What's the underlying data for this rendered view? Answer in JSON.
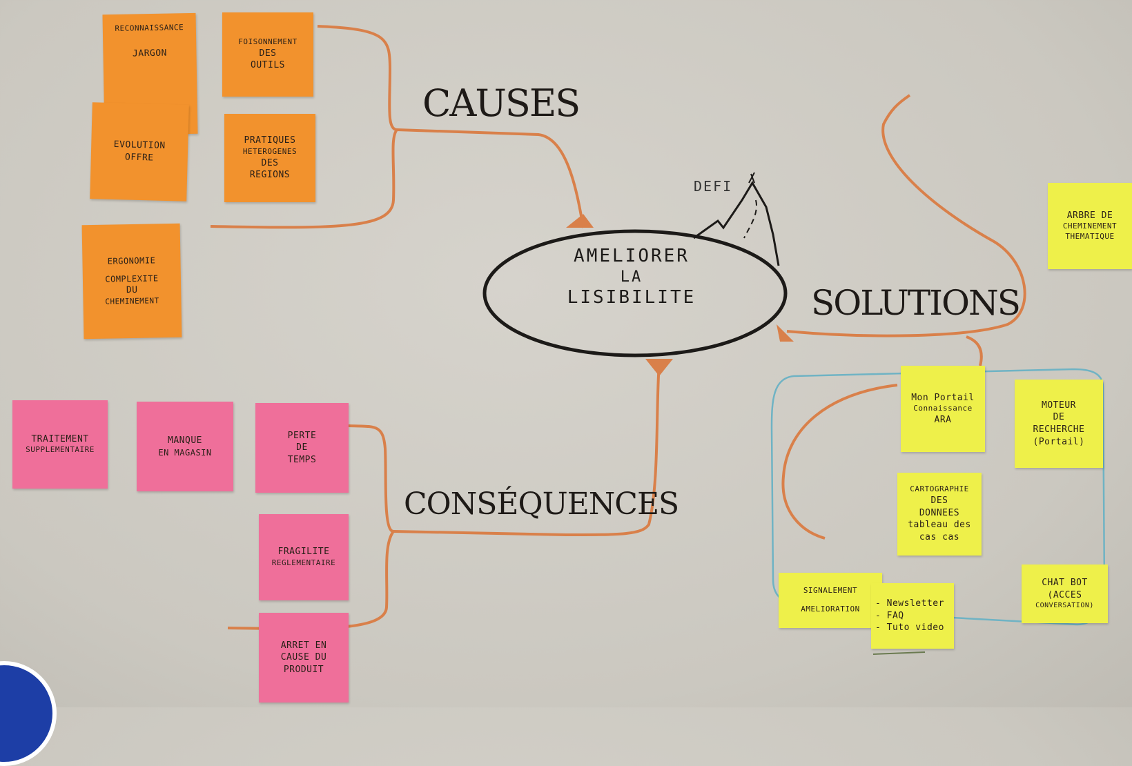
{
  "central": {
    "lines": [
      "AMELIORER",
      "LA",
      "LISIBILITE"
    ],
    "defi_label": "DEFI"
  },
  "branches": {
    "causes": "CAUSES",
    "consequences": "CONSÉQUENCES",
    "solutions": "SOLUTIONS"
  },
  "causes_notes": [
    {
      "lines": [
        "RECONNAISSANCE",
        "JARGON"
      ]
    },
    {
      "lines": [
        "FOISONNEMENT",
        "DES",
        "OUTILS"
      ]
    },
    {
      "lines": [
        "EVOLUTION",
        "OFFRE"
      ]
    },
    {
      "lines": [
        "PRATIQUES",
        "HETEROGENES",
        "DES",
        "REGIONS"
      ]
    },
    {
      "lines": [
        "ERGONOMIE",
        "COMPLEXITE",
        "DU",
        "CHEMINEMENT"
      ]
    }
  ],
  "consequences_notes": [
    {
      "lines": [
        "TRAITEMENT",
        "SUPPLEMENTAIRE"
      ]
    },
    {
      "lines": [
        "MANQUE",
        "EN MAGASIN"
      ]
    },
    {
      "lines": [
        "PERTE",
        "DE",
        "TEMPS"
      ]
    },
    {
      "lines": [
        "FRAGILITE",
        "REGLEMENTAIRE"
      ]
    },
    {
      "lines": [
        "ARRET EN",
        "CAUSE DU",
        "PRODUIT"
      ]
    }
  ],
  "solutions_notes": [
    {
      "lines": [
        "ARBRE DE",
        "CHEMINEMENT",
        "THEMATIQUE"
      ]
    },
    {
      "lines": [
        "Mon Portail",
        "Connaissance",
        "ARA"
      ]
    },
    {
      "lines": [
        "MOTEUR",
        "DE",
        "RECHERCHE",
        "(Portail)"
      ]
    },
    {
      "lines": [
        "CARTOGRAPHIE",
        "DES",
        "DONNEES",
        "tableau des",
        "cas cas"
      ]
    },
    {
      "lines": [
        "SIGNALEMENT",
        "AMELIORATION"
      ]
    },
    {
      "lines": [
        "- Newsletter",
        "- FAQ",
        "- Tuto video"
      ]
    },
    {
      "lines": [
        "CHAT BOT",
        "(ACCES",
        "CONVERSATION)"
      ]
    }
  ],
  "colors": {
    "wall": "#cfccc4",
    "branch": "#d9804a",
    "orange_note": "#f2922d",
    "pink_note": "#ef6f9a",
    "yellow_note": "#eef04a",
    "frame": "#6fb3c4",
    "badge": "#1d3ea6"
  }
}
